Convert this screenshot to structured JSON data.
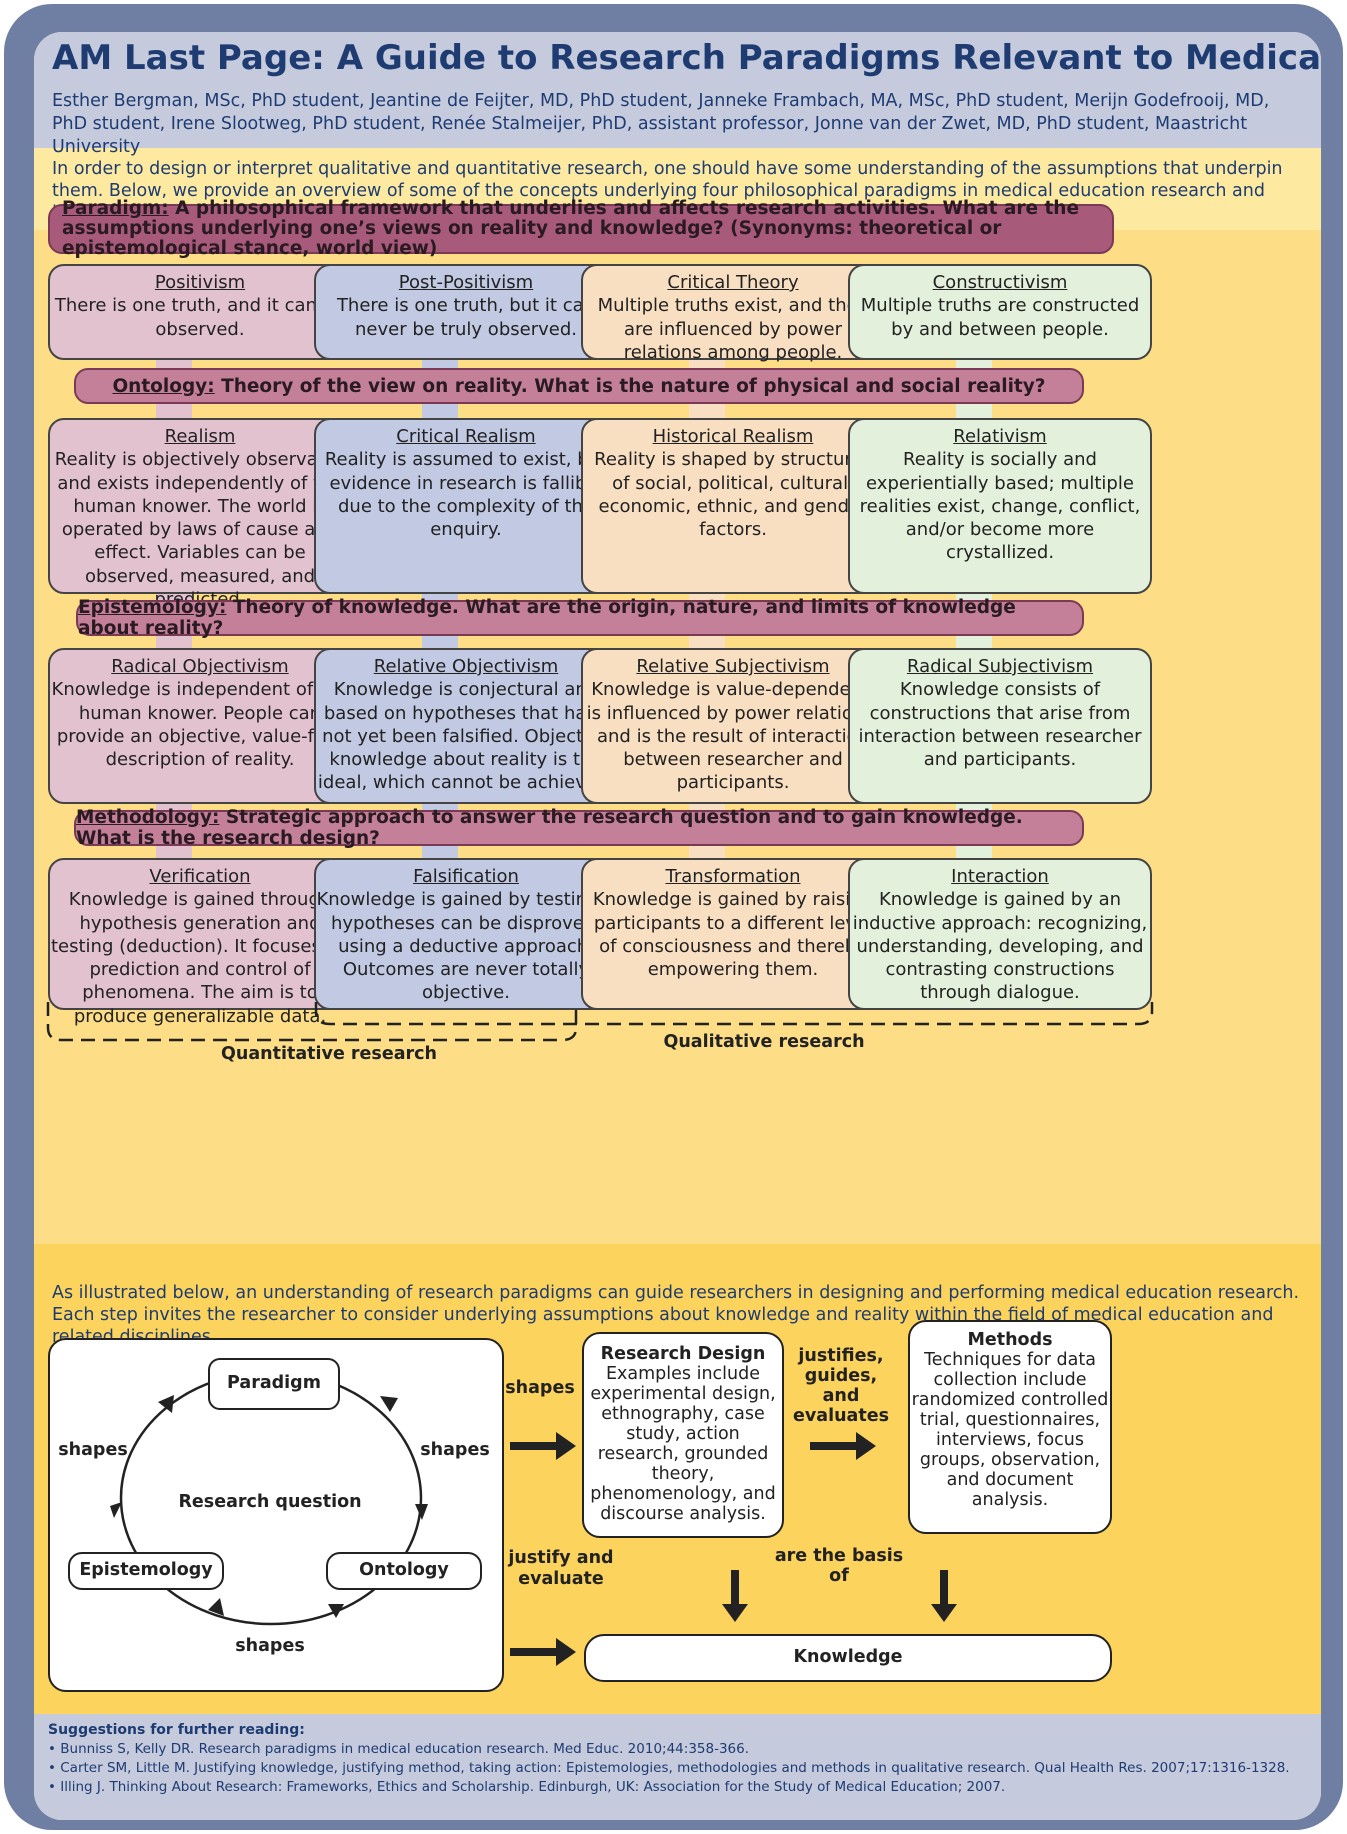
{
  "title": "AM Last Page: A Guide to Research Paradigms Relevant to Medical Education",
  "authors": "Esther Bergman, MSc, PhD student, Jeantine de Feijter, MD, PhD student, Janneke Frambach, MA, MSc, PhD student, Merijn Godefrooij, MD, PhD student, Irene Slootweg, PhD student, Renée Stalmeijer, PhD, assistant professor, Jonne van der Zwet, MD, PhD student, Maastricht University",
  "intro": "In order to design or interpret qualitative and quantitative research, one should have some understanding of the assumptions that underpin them. Below, we provide an overview of some of the concepts underlying four philosophical paradigms in medical education research and illustrate the relationships between them.",
  "paradigm_bar": {
    "term": "Paradigm:",
    "text": " A philosophical framework that underlies and affects research activities. What are the assumptions underlying one’s views on reality and knowledge? (Synonyms: theoretical or epistemological stance, world view)"
  },
  "paradigms": [
    {
      "title": "Positivism",
      "text": "There is one truth, and it can be observed."
    },
    {
      "title": "Post-Positivism",
      "text": "There is one truth, but it can never be truly observed."
    },
    {
      "title": "Critical Theory",
      "text": "Multiple truths exist, and they are influenced by power relations among people."
    },
    {
      "title": "Constructivism",
      "text": "Multiple truths are constructed by and between people."
    }
  ],
  "ontology_bar": {
    "term": "Ontology:",
    "text": " Theory of the view on reality. What is the nature of physical and social reality?"
  },
  "ontologies": [
    {
      "title": "Realism",
      "text": "Reality is objectively observable and exists independently of the human knower. The world is operated by laws of cause and effect. Variables can be observed, measured, and predicted."
    },
    {
      "title": "Critical Realism",
      "text": "Reality is assumed to exist, but evidence in research is fallible due to the complexity of the enquiry."
    },
    {
      "title": "Historical Realism",
      "text": "Reality is shaped by structures of social, political, cultural, economic, ethnic, and gender factors."
    },
    {
      "title": "Relativism",
      "text": "Reality is socially and experientially based; multiple realities exist, change, conflict, and/or become more crystallized."
    }
  ],
  "epistemology_bar": {
    "term": "Epistemology:",
    "text": " Theory of knowledge. What are the origin, nature, and limits of knowledge about reality?"
  },
  "epistemologies": [
    {
      "title": "Radical Objectivism",
      "text": "Knowledge is independent of the human knower. People can provide an objective, value-free description of reality."
    },
    {
      "title": "Relative Objectivism",
      "text": "Knowledge is conjectural and based on hypotheses that have not yet been falsified. Objective knowledge about reality is the ideal, which cannot be achieved."
    },
    {
      "title": "Relative Subjectivism",
      "text": "Knowledge is value-dependent, is influenced by power relations, and is the result of interaction between researcher and participants."
    },
    {
      "title": "Radical Subjectivism",
      "text": "Knowledge consists of constructions that arise from interaction between researcher and participants."
    }
  ],
  "methodology_bar": {
    "term": "Methodology:",
    "text": " Strategic approach to answer the research question and to gain knowledge. What is the research design?"
  },
  "methodologies": [
    {
      "title": "Verification",
      "text": "Knowledge is gained through hypothesis generation and testing (deduction). It focuses on prediction and control of phenomena. The aim is to produce generalizable data."
    },
    {
      "title": "Falsification",
      "text": "Knowledge is gained by testing if hypotheses can be disproved, using a deductive approach. Outcomes are never totally objective."
    },
    {
      "title": "Transformation",
      "text": "Knowledge is gained by raising participants to a different level of consciousness and thereby empowering them."
    },
    {
      "title": "Interaction",
      "text": "Knowledge is gained by an inductive approach: recognizing, understanding, developing, and contrasting constructions through dialogue."
    }
  ],
  "quantitative_label": "Quantitative research",
  "qualitative_label": "Qualitative research",
  "para2": "As illustrated below, an understanding of research paradigms can guide researchers in designing and performing medical education research. Each step invites the researcher to consider underlying assumptions about knowledge and reality within the field of medical education and related disciplines.",
  "cycle": {
    "paradigm": "Paradigm",
    "center": "Research question",
    "epistemology": "Epistemology",
    "ontology": "Ontology",
    "shapes_left": "shapes",
    "shapes_right": "shapes",
    "shapes_bottom": "shapes"
  },
  "arrow_labels": {
    "shapes": "shapes",
    "justifies": "justifies, guides, and evaluates",
    "justify": "justify and evaluate",
    "basis": "are the basis of"
  },
  "research_design": {
    "title": "Research Design",
    "text": "Examples include experimental design, ethnography, case study, action research, grounded theory, phenomenology, and discourse analysis."
  },
  "methods": {
    "title": "Methods",
    "text": "Techniques for data collection include randomized controlled trial, questionnaires, interviews, focus groups, observation, and document analysis."
  },
  "knowledge": "Knowledge",
  "further_reading": {
    "heading": "Suggestions for further reading:",
    "items": [
      "• Bunniss S, Kelly DR. Research paradigms in medical education research. Med Educ. 2010;44:358-366.",
      "• Carter SM, Little M. Justifying knowledge, justifying method, taking action: Epistemologies, methodologies and methods in qualitative research. Qual Health Res. 2007;17:1316-1328.",
      "• Illing J. Thinking About Research: Frameworks, Ethics and Scholarship. Edinburgh, UK: Association for the Study of Medical Education; 2007."
    ]
  },
  "colors": {
    "frame": "#6f7fa3",
    "header_bg": "#c5cadd",
    "title": "#1e3c72",
    "paradigm_bar": "#a85a7a",
    "section_bar": "#c48099",
    "positivism": "#e3c2cf",
    "post_positivism": "#c2c9e3",
    "critical_theory": "#f9dfc2",
    "constructivism": "#e3f0dc"
  }
}
